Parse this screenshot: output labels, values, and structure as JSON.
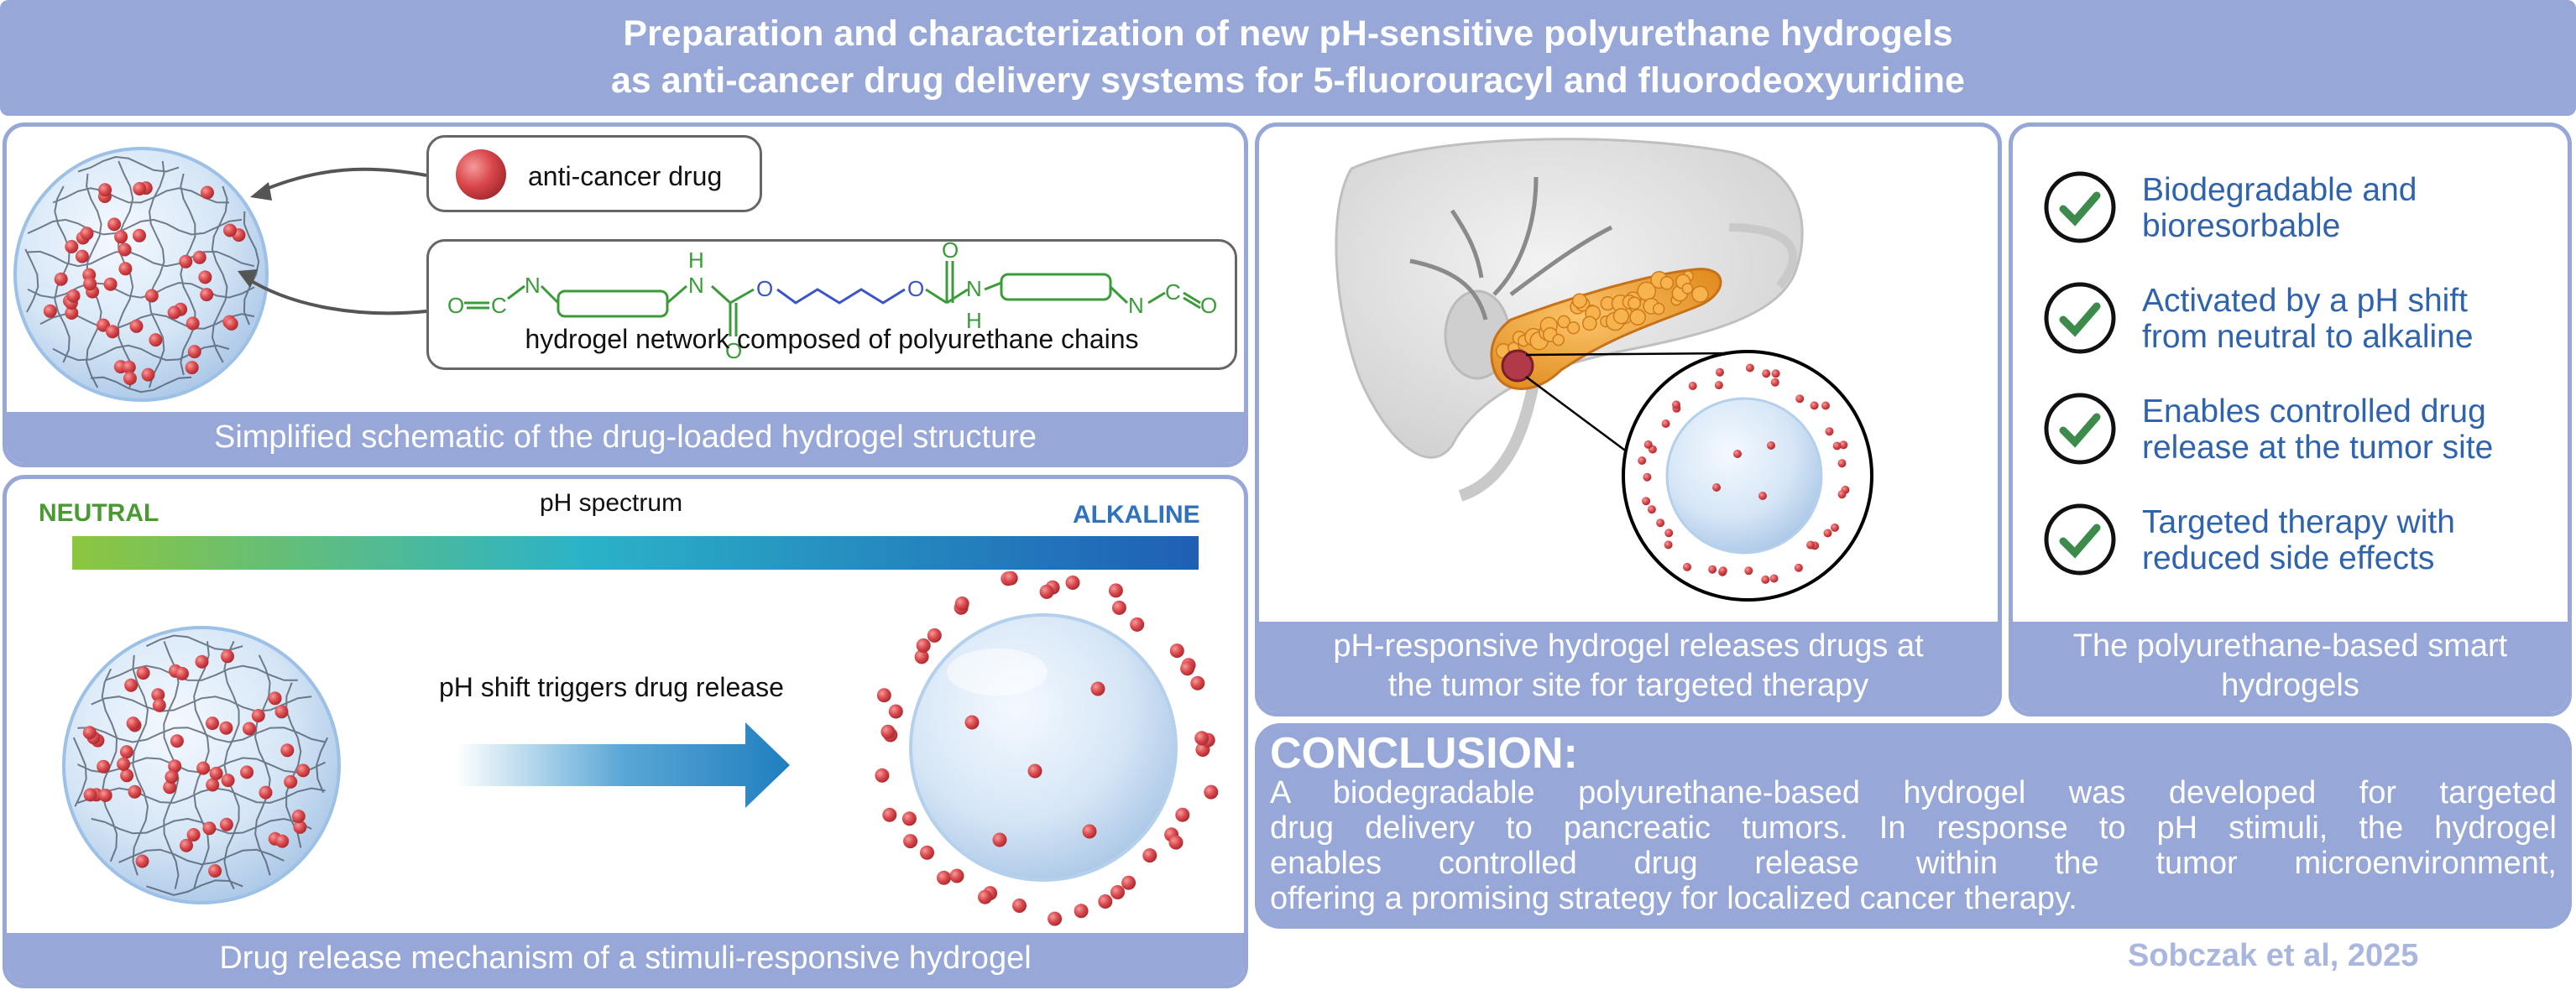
{
  "title": {
    "line1": "Preparation and characterization of new pH-sensitive polyurethane hydrogels",
    "line2": "as anti-cancer drug delivery systems for 5-fluorouracyl and fluorodeoxyuridine"
  },
  "schematic_panel": {
    "legend_drug": "anti-cancer drug",
    "legend_network": "hydrogel network composed of polyurethane chains",
    "caption": "Simplified schematic of the drug-loaded hydrogel structure",
    "chem_labels": {
      "o": "O",
      "c": "C",
      "n": "N",
      "h": "H"
    }
  },
  "release_panel": {
    "neutral_label": "NEUTRAL",
    "spectrum_label": "pH spectrum",
    "alkaline_label": "ALKALINE",
    "trigger_label": "pH shift triggers drug release",
    "caption": "Drug release mechanism of a stimuli-responsive hydrogel"
  },
  "tumor_panel": {
    "caption_line1": "pH-responsive hydrogel releases drugs at",
    "caption_line2": "the tumor site for targeted therapy"
  },
  "features_panel": {
    "items": [
      {
        "line1": "Biodegradable and",
        "line2": "bioresorbable"
      },
      {
        "line1": "Activated by a pH shift",
        "line2": "from neutral to alkaline"
      },
      {
        "line1": "Enables controlled drug",
        "line2": "release at the tumor site"
      },
      {
        "line1": "Targeted therapy with",
        "line2": "reduced side effects"
      }
    ],
    "caption_line1": "The polyurethane-based smart",
    "caption_line2": "hydrogels"
  },
  "conclusion": {
    "heading": "CONCLUSION:",
    "line1": "A biodegradable polyurethane-based hydrogel was developed for targeted",
    "line2": "drug delivery to pancreatic tumors. In response to pH stimuli, the hydrogel",
    "line3": "enables controlled drug release within the tumor microenvironment,",
    "line4": "offering a promising strategy for localized cancer therapy."
  },
  "citation": "Sobczak et al, 2025",
  "colors": {
    "banner": "#97a8d8",
    "drug_red": "#d9474b",
    "chem_green": "#3b9b3b",
    "chem_blue": "#3a55c8",
    "neutral_green": "#4a9a32",
    "alkaline_blue": "#2f72be",
    "feature_blue": "#2f63ad",
    "check_green": "#3c8a4c"
  },
  "icons": [
    "check-icon",
    "arrow-icon",
    "drug-sphere-icon",
    "hydrogel-sphere-icon",
    "liver-pancreas-illustration"
  ]
}
